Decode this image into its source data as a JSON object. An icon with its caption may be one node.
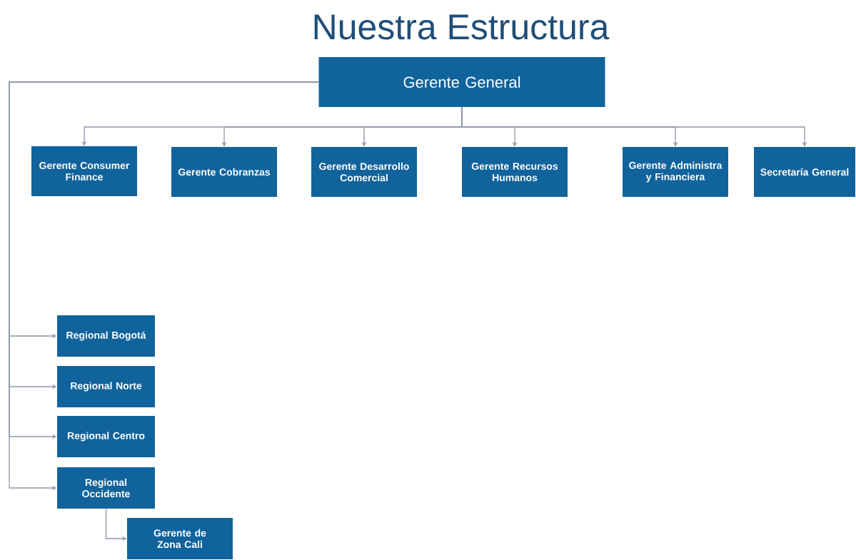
{
  "diagram": {
    "title": "Nuestra Estructura",
    "nodes": [
      {
        "text": [
          "Gerente General"
        ]
      },
      {
        "text": [
          "Gerente Consumer Finance"
        ]
      },
      {
        "text": [
          "Gerente Cobranzas"
        ]
      },
      {
        "text": [
          "Gerente Desarrollo Comercial"
        ]
      },
      {
        "text": [
          "Gerente Recursos Humanos"
        ]
      },
      {
        "text": [
          "Gerente Administra y Financiera"
        ]
      },
      {
        "text": [
          "Secretaría General"
        ]
      },
      {
        "text": [
          "Regional Bogotá"
        ]
      },
      {
        "text": [
          "Regional Norte"
        ]
      },
      {
        "text": [
          "Regional Centro"
        ]
      },
      {
        "text": [
          "Regional Occidente"
        ]
      },
      {
        "text": [
          "Gerente de Zona Cali"
        ]
      }
    ],
    "edges": [
      {
        "from": 0,
        "to": 1,
        "arrow": "to"
      },
      {
        "from": 0,
        "to": 2,
        "arrow": "to"
      },
      {
        "from": 0,
        "to": 3,
        "arrow": "to"
      },
      {
        "from": 0,
        "to": 4,
        "arrow": "to"
      },
      {
        "from": 0,
        "to": 5,
        "arrow": "to"
      },
      {
        "from": 0,
        "to": 6,
        "arrow": "to"
      },
      {
        "from": 0,
        "to": 7,
        "arrow": "to"
      },
      {
        "from": 0,
        "to": 8,
        "arrow": "to"
      },
      {
        "from": 0,
        "to": 9,
        "arrow": "to"
      },
      {
        "from": 0,
        "to": 10,
        "arrow": "to"
      },
      {
        "from": 10,
        "to": 11,
        "arrow": "to"
      }
    ]
  }
}
